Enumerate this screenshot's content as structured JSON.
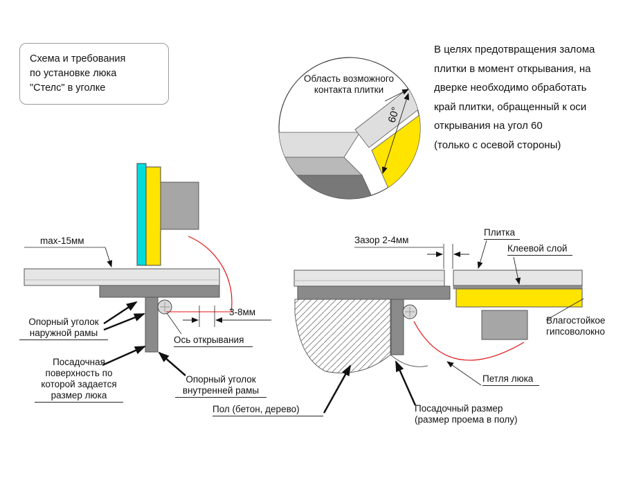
{
  "title": "Схема и требования\nпо установке люка\n\"Стелс\" в уголке",
  "note": "В целях предотвращения залома\nплитки в момент открывания, на\nдверке необходимо обработать\nкрай плитки, обращенный к оси\nоткрывания на угол 60\n(только с осевой стороны)",
  "detail": {
    "label": "Область возможного\nконтакта плитки",
    "angle": "60°"
  },
  "left_diagram": {
    "max_thickness": "max-15мм",
    "outer_angle": "Опорный уголок\nнаружной рамы",
    "seating_surface": "Посадочная\nповерхность по\nкоторой задается\nразмер люка",
    "opening_axis": "Ось открывания",
    "inner_angle": "Опорный уголок\nвнутренней рамы",
    "axis_offset": "3-8мм"
  },
  "right_diagram": {
    "gap": "Зазор 2-4мм",
    "tile": "Плитка",
    "adhesive": "Клеевой слой",
    "gypsum": "Влагостойкое\nгипсоволокно",
    "hinge": "Петля люка",
    "floor": "Пол (бетон, дерево)",
    "seating_size": "Посадочный размер\n(размер проема в полу)"
  },
  "colors": {
    "tile_cyan": "#00dcdc",
    "gypsum_yellow": "#ffe400",
    "swing_red": "#e01010",
    "frame_gray": "#8a8a8a"
  }
}
